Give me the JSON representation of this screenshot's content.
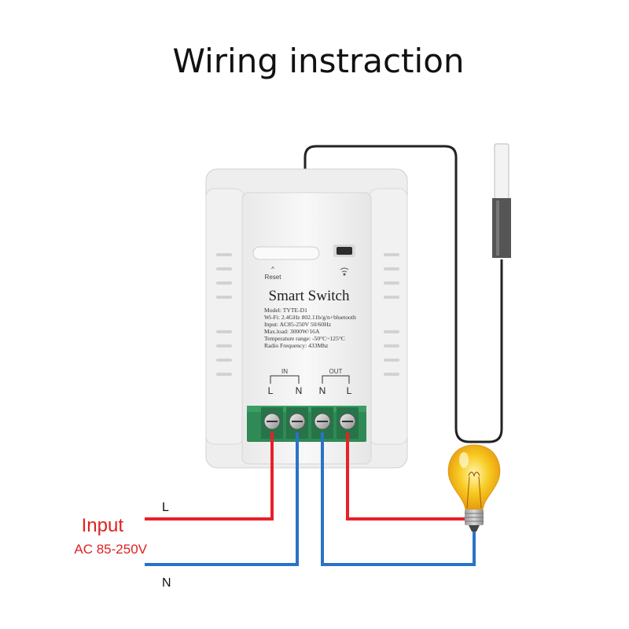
{
  "title": "Wiring instraction",
  "device": {
    "name": "Smart Switch",
    "reset_label": "Reset",
    "specs": [
      "Model: TYTE-D1",
      "Wi-Fi: 2.4GHz 802.11b/g/n+bluetooth",
      "Input: AC85-250V 50/60Hz",
      "Max.load: 3000W/16A",
      "Temperature range: -50°C~125°C",
      "Radio Frequency: 433Mhz"
    ],
    "in_group": {
      "label": "IN",
      "terminals": [
        "L",
        "N"
      ]
    },
    "out_group": {
      "label": "OUT",
      "terminals": [
        "N",
        "L"
      ]
    }
  },
  "wiring": {
    "live_label": "L",
    "neutral_label": "N",
    "input_label": "Input",
    "voltage_label": "AC 85-250V"
  },
  "colors": {
    "live_wire": "#e8202a",
    "neutral_wire": "#2a72c8",
    "terminal_block": "#2f8a55",
    "device_body": "#f4f4f4"
  },
  "icons": [
    "wifi-icon",
    "reset-arrow-icon",
    "light-bulb-icon",
    "temperature-probe-icon"
  ]
}
